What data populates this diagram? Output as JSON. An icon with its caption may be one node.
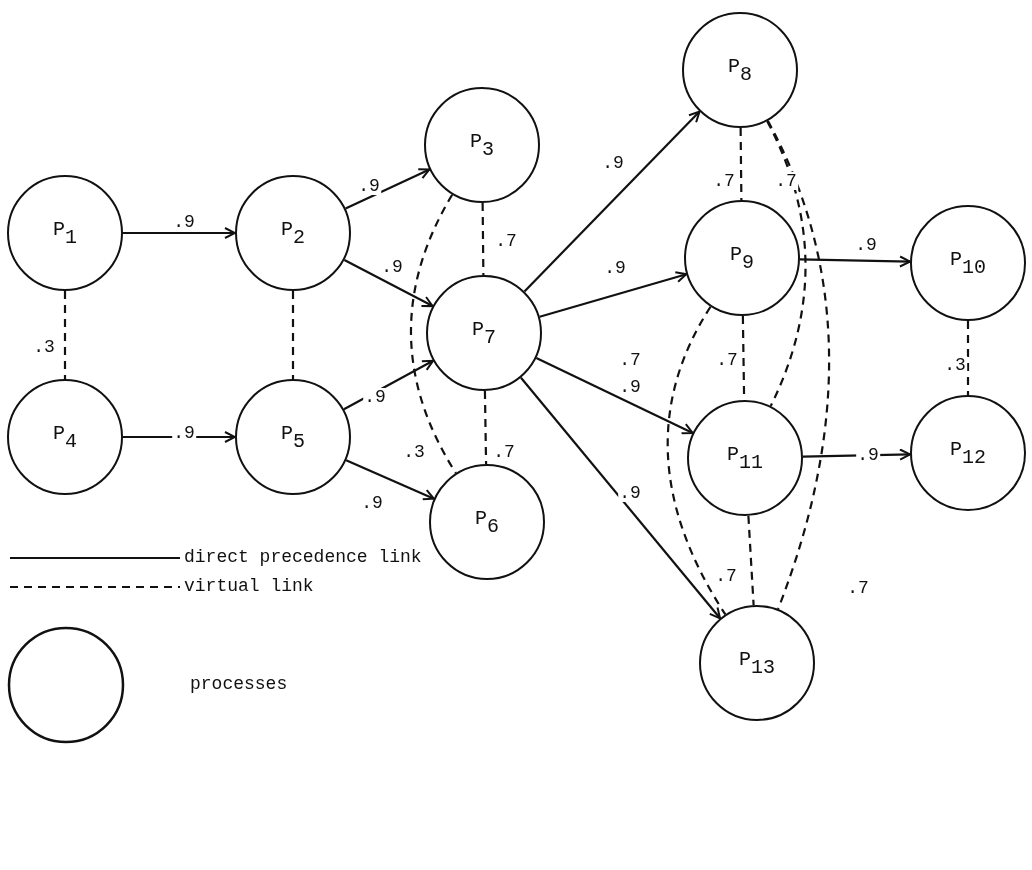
{
  "diagram": {
    "nodes": [
      {
        "text": [
          "P$_{1}$"
        ]
      },
      {
        "text": [
          "P$_{2}$"
        ]
      },
      {
        "text": [
          "P$_{3}$"
        ]
      },
      {
        "text": [
          "P$_{4}$"
        ]
      },
      {
        "text": [
          "P$_{5}$"
        ]
      },
      {
        "text": [
          "P$_{6}$"
        ]
      },
      {
        "text": [
          "P$_{7}$"
        ]
      },
      {
        "text": [
          "P$_{8}$"
        ]
      },
      {
        "text": [
          "P$_{9}$"
        ]
      },
      {
        "text": [
          "P$_{10}$"
        ]
      },
      {
        "text": [
          "P$_{11}$"
        ]
      },
      {
        "text": [
          "P$_{12}$"
        ]
      },
      {
        "text": [
          "P$_{13}$"
        ]
      }
    ],
    "edges": [
      {
        "from": 0,
        "to": 1,
        "arrow": "to",
        "label": ".9"
      },
      {
        "from": 0,
        "to": 3,
        "arrow": "none",
        "label": ".3",
        "style": "dashed"
      },
      {
        "from": 3,
        "to": 4,
        "arrow": "to",
        "label": ".9"
      },
      {
        "from": 1,
        "to": 4,
        "arrow": "none",
        "style": "dashed"
      },
      {
        "from": 1,
        "to": 2,
        "arrow": "to",
        "label": ".9"
      },
      {
        "from": 1,
        "to": 6,
        "arrow": "to",
        "label": ".9"
      },
      {
        "from": 4,
        "to": 6,
        "arrow": "to",
        "label": ".9"
      },
      {
        "from": 4,
        "to": 5,
        "arrow": "to",
        "label": ".9"
      },
      {
        "from": 2,
        "to": 6,
        "arrow": "none",
        "label": ".7",
        "style": "dashed"
      },
      {
        "from": 6,
        "to": 5,
        "arrow": "none",
        "label": ".7",
        "style": "dashed"
      },
      {
        "from": 2,
        "to": 5,
        "arrow": "none",
        "label": ".3",
        "style": "dashed"
      },
      {
        "from": 6,
        "to": 7,
        "arrow": "to",
        "label": ".9"
      },
      {
        "from": 6,
        "to": 8,
        "arrow": "to",
        "label": ".9"
      },
      {
        "from": 6,
        "to": 10,
        "arrow": "to",
        "label": ".9"
      },
      {
        "from": 6,
        "to": 12,
        "arrow": "to",
        "label": ".9"
      },
      {
        "from": 7,
        "to": 8,
        "arrow": "none",
        "label": ".7",
        "style": "dashed"
      },
      {
        "from": 7,
        "to": 10,
        "arrow": "none",
        "label": ".7",
        "style": "dashed"
      },
      {
        "from": 7,
        "to": 12,
        "arrow": "none",
        "label": ".7",
        "style": "dashed"
      },
      {
        "from": 8,
        "to": 9,
        "arrow": "to",
        "label": ".9"
      },
      {
        "from": 8,
        "to": 10,
        "arrow": "none",
        "label": ".7",
        "style": "dashed"
      },
      {
        "from": 8,
        "to": 12,
        "arrow": "none",
        "label": ".7",
        "style": "dashed"
      },
      {
        "from": 10,
        "to": 11,
        "arrow": "to",
        "label": ".9"
      },
      {
        "from": 10,
        "to": 12,
        "arrow": "none",
        "label": ".7",
        "style": "dashed"
      },
      {
        "from": 9,
        "to": 11,
        "arrow": "none",
        "label": ".3",
        "style": "dashed"
      }
    ],
    "legend": [
      {
        "text": "direct precedence link"
      },
      {
        "text": "virtual link"
      },
      {
        "text": "processes"
      }
    ]
  }
}
